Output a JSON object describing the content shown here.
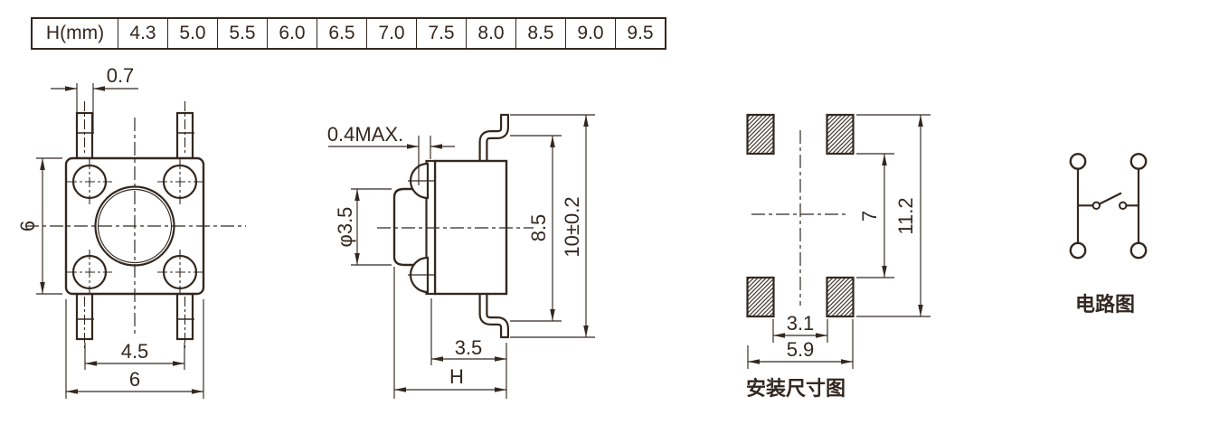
{
  "page": {
    "background": "#ffffff",
    "ink_color": "#332820"
  },
  "height_table": {
    "header": "H(mm)",
    "values": [
      "4.3",
      "5.0",
      "5.5",
      "6.0",
      "6.5",
      "7.0",
      "7.5",
      "8.0",
      "8.5",
      "9.0",
      "9.5"
    ]
  },
  "top_view": {
    "dim_lead_width": "0.7",
    "dim_body_height": "6",
    "dim_lead_pitch": "4.5",
    "dim_body_width": "6"
  },
  "side_view": {
    "dim_flange_max": "0.4MAX.",
    "dim_stem_diameter": "φ3.5",
    "dim_lead_shoulder_span": "8.5",
    "dim_lead_tip_span": "10±0.2",
    "dim_body_depth": "3.5",
    "dim_total_height": "H"
  },
  "mounting_view": {
    "caption": "安装尺寸图",
    "dim_pad_inner_vertical": "7",
    "dim_pad_outer_vertical": "11.2",
    "dim_pad_inner_horizontal": "3.1",
    "dim_pad_outer_horizontal": "5.9"
  },
  "circuit_view": {
    "caption": "电路图"
  }
}
